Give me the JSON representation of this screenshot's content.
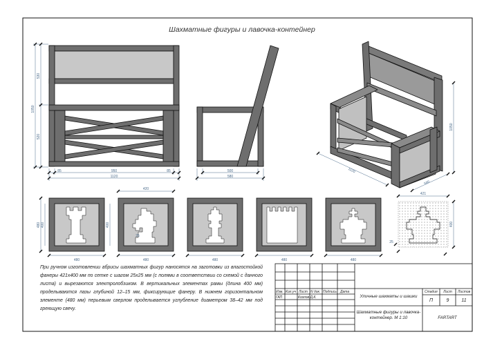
{
  "sheet": {
    "title": "Шахматные фигуры и лавочка-контейнер",
    "note": "При ручном изготовлении абрисы шахматных фигур наносятся на заготовки из влагостойкой фанеры 421х400 мм по сетке с шагом 25х25 мм (с полями в соответствии со схемой с данного листа) и вырезаются электролобзиком. В вертикальных элементах рамы (длина 400 мм) проделываются пазы глубиной 12–15 мм, фиксирующие фанеру. В нижнем горизонтальном элементе (480 мм) перьевым сверлом проделывается углубление диаметром 38–42 мм под греющую свечу."
  },
  "dimensions": {
    "front": {
      "height_total": "1050",
      "height_back": "530",
      "height_seat": "520",
      "leg": "85",
      "inner": "950",
      "total": "1120"
    },
    "side": {
      "inner": "500",
      "total": "580"
    },
    "iso": {
      "height": "1050",
      "width": "1120",
      "depth": "580"
    },
    "figures": {
      "frame_h_outer": "480",
      "frame_h_inner": "400",
      "frame_w": "420",
      "inner_w": "400",
      "bottom": "480",
      "gap": "25"
    },
    "grid": {
      "w": "421",
      "h": "400",
      "step": "25"
    }
  },
  "titleblock": {
    "headers": [
      "Изм.",
      "Кол.уч",
      "Лист",
      "N док.",
      "Подпись",
      "Дата"
    ],
    "gap_label": "ГАП",
    "author": "Козлов Д.К.",
    "project": "Уличные шахматы и шашки",
    "drawing": "Шахматные фигуры и лавочка-контейнер. М 1:10",
    "stage_label": "Стадия",
    "sheet_label": "Лист",
    "sheets_label": "Листов",
    "stage": "П",
    "sheet_no": "9",
    "sheets_total": "11",
    "org": "FARTART"
  },
  "colors": {
    "wood": "#6e6e6e",
    "fill": "#c8c8c8",
    "line": "#111111",
    "dim": "#4a6a8a"
  }
}
